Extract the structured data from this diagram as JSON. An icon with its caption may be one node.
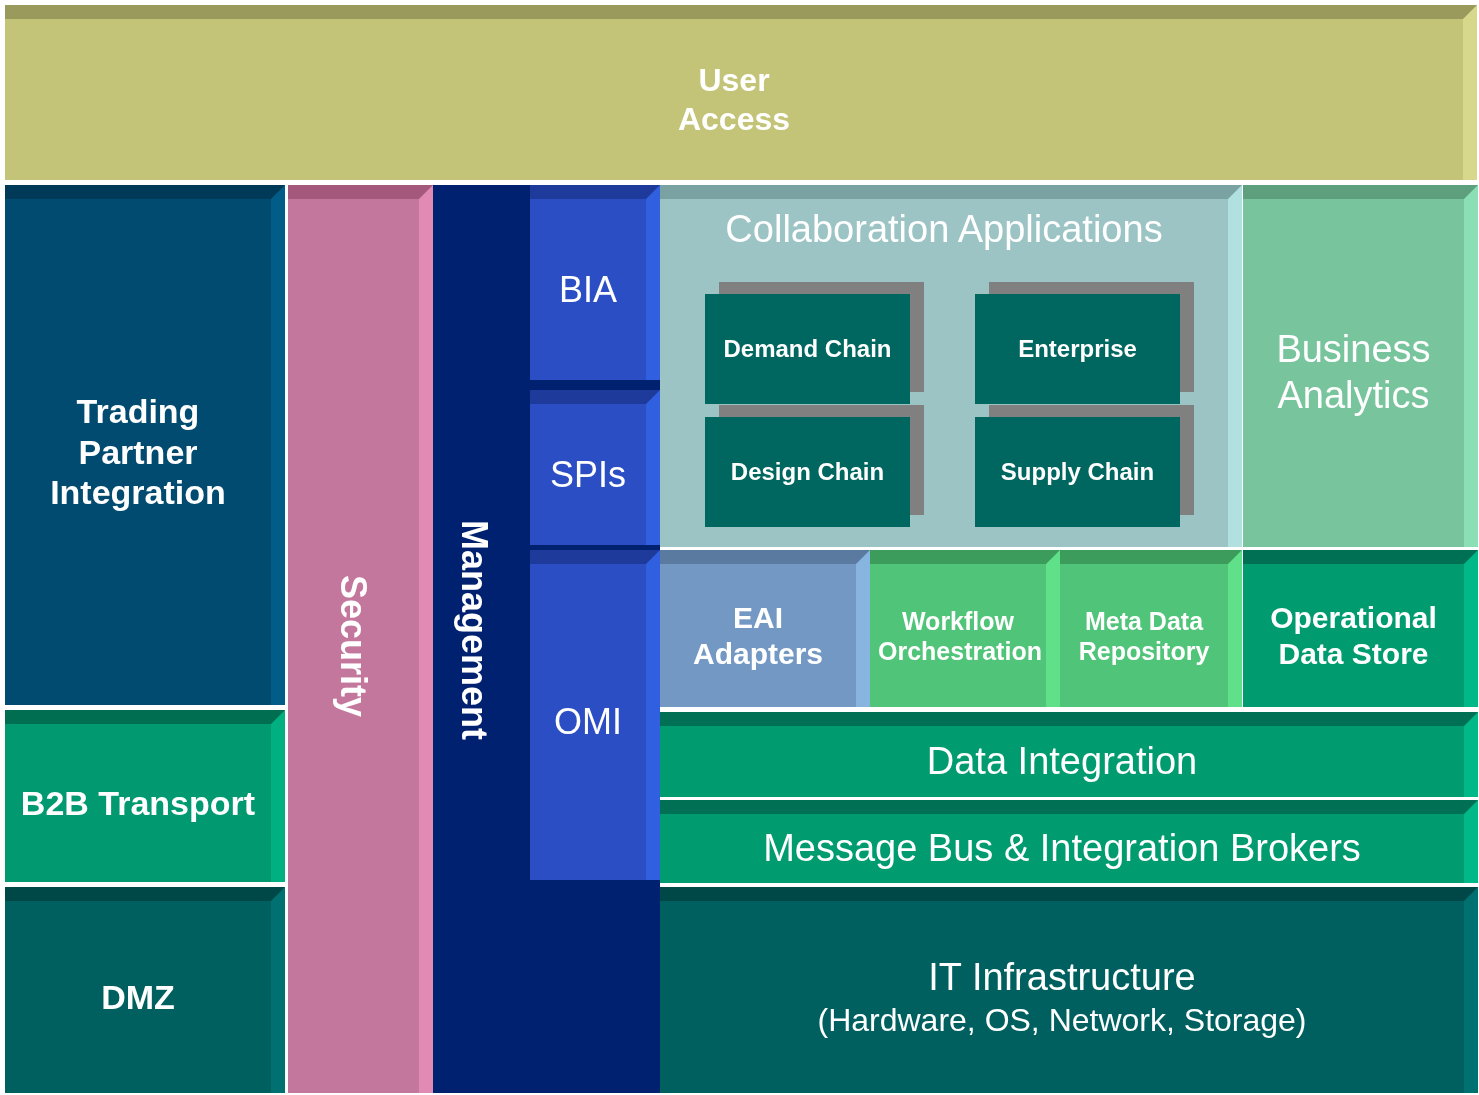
{
  "diagram": {
    "nodes": [
      {
        "text": [
          "User Access"
        ]
      },
      {
        "text": [
          "Trading Partner Integration"
        ]
      },
      {
        "text": [
          "B2B Transport"
        ]
      },
      {
        "text": [
          "DMZ"
        ]
      },
      {
        "text": [
          "Security"
        ]
      },
      {
        "text": [
          "Management"
        ]
      },
      {
        "text": [
          "BIA"
        ],
        "in": 5
      },
      {
        "text": [
          "SPIs"
        ],
        "in": 5
      },
      {
        "text": [
          "OMI"
        ],
        "in": 5
      },
      {
        "text": [
          "Collaboration Applications"
        ]
      },
      {
        "text": [
          "Demand Chain"
        ],
        "in": 9
      },
      {
        "text": [
          "Enterprise"
        ],
        "in": 9
      },
      {
        "text": [
          "Design Chain"
        ],
        "in": 9
      },
      {
        "text": [
          "Supply Chain"
        ],
        "in": 9
      },
      {
        "text": [
          "Business Analytics"
        ]
      },
      {
        "text": [
          "EAI Adapters"
        ]
      },
      {
        "text": [
          "Workflow Orchestration"
        ]
      },
      {
        "text": [
          "Meta Data Repository"
        ]
      },
      {
        "text": [
          "Operational Data Store"
        ]
      },
      {
        "text": [
          "Data Integration"
        ]
      },
      {
        "text": [
          "Message Bus & Integration Brokers"
        ]
      },
      {
        "text": [
          "IT Infrastructure",
          "(Hardware, OS, Network, Storage)"
        ]
      }
    ]
  }
}
